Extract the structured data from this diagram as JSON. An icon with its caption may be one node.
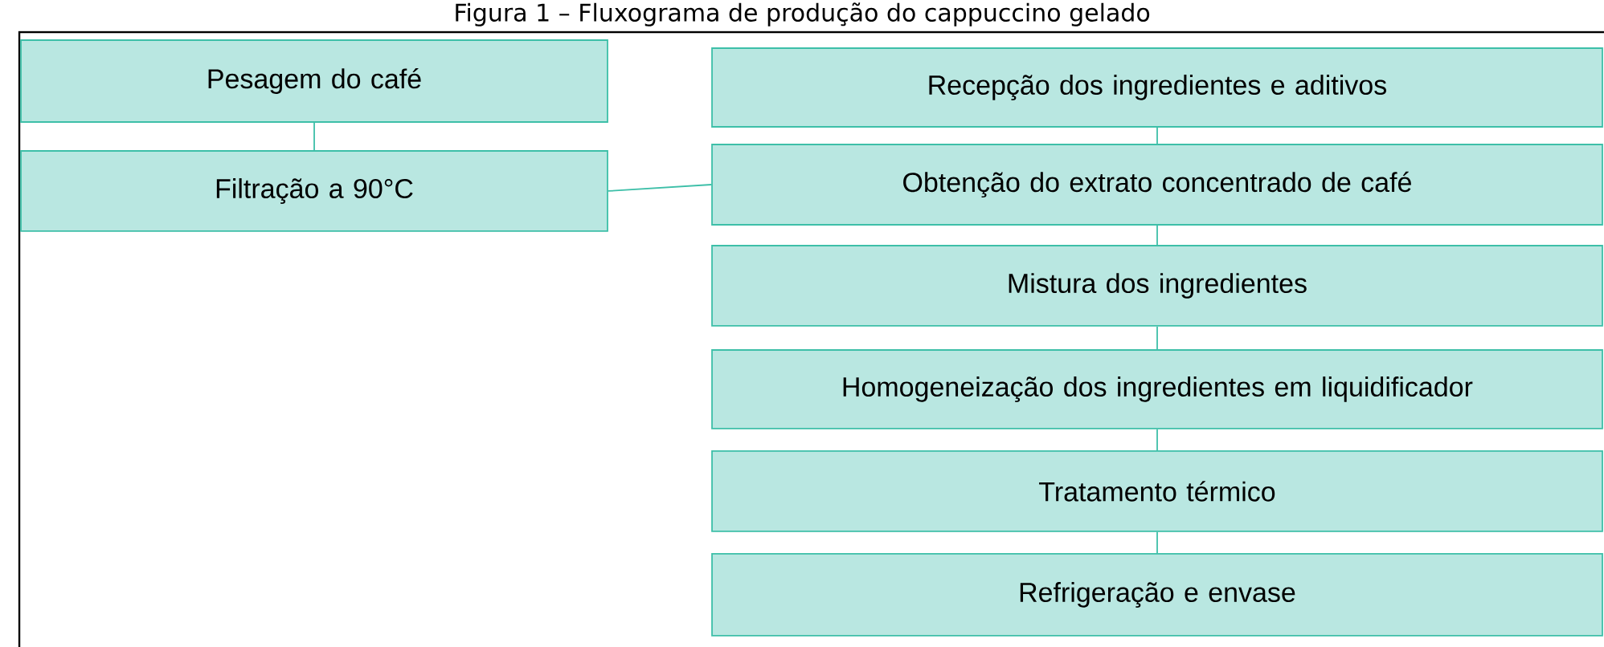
{
  "diagram": {
    "title": "Figura 1 – Fluxograma de produção do cappuccino gelado",
    "nodes": [
      {
        "text": [
          "Pesagem do café"
        ]
      },
      {
        "text": [
          "Filtração a 90°C"
        ]
      },
      {
        "text": [
          "Recepção dos ingredientes e aditivos"
        ]
      },
      {
        "text": [
          "Obtenção do extrato concentrado de café"
        ]
      },
      {
        "text": [
          "Mistura dos ingredientes"
        ]
      },
      {
        "text": [
          "Homogeneização dos ingredientes em liquidificador"
        ]
      },
      {
        "text": [
          "Tratamento térmico"
        ]
      },
      {
        "text": [
          "Refrigeração e envase"
        ]
      }
    ],
    "edges": [
      {
        "from": 0,
        "to": 1,
        "arrow": "none"
      },
      {
        "from": 1,
        "to": 3,
        "arrow": "none"
      },
      {
        "from": 2,
        "to": 3,
        "arrow": "none"
      },
      {
        "from": 3,
        "to": 4,
        "arrow": "none"
      },
      {
        "from": 4,
        "to": 5,
        "arrow": "none"
      },
      {
        "from": 5,
        "to": 6,
        "arrow": "none"
      },
      {
        "from": 6,
        "to": 7,
        "arrow": "none"
      }
    ]
  }
}
